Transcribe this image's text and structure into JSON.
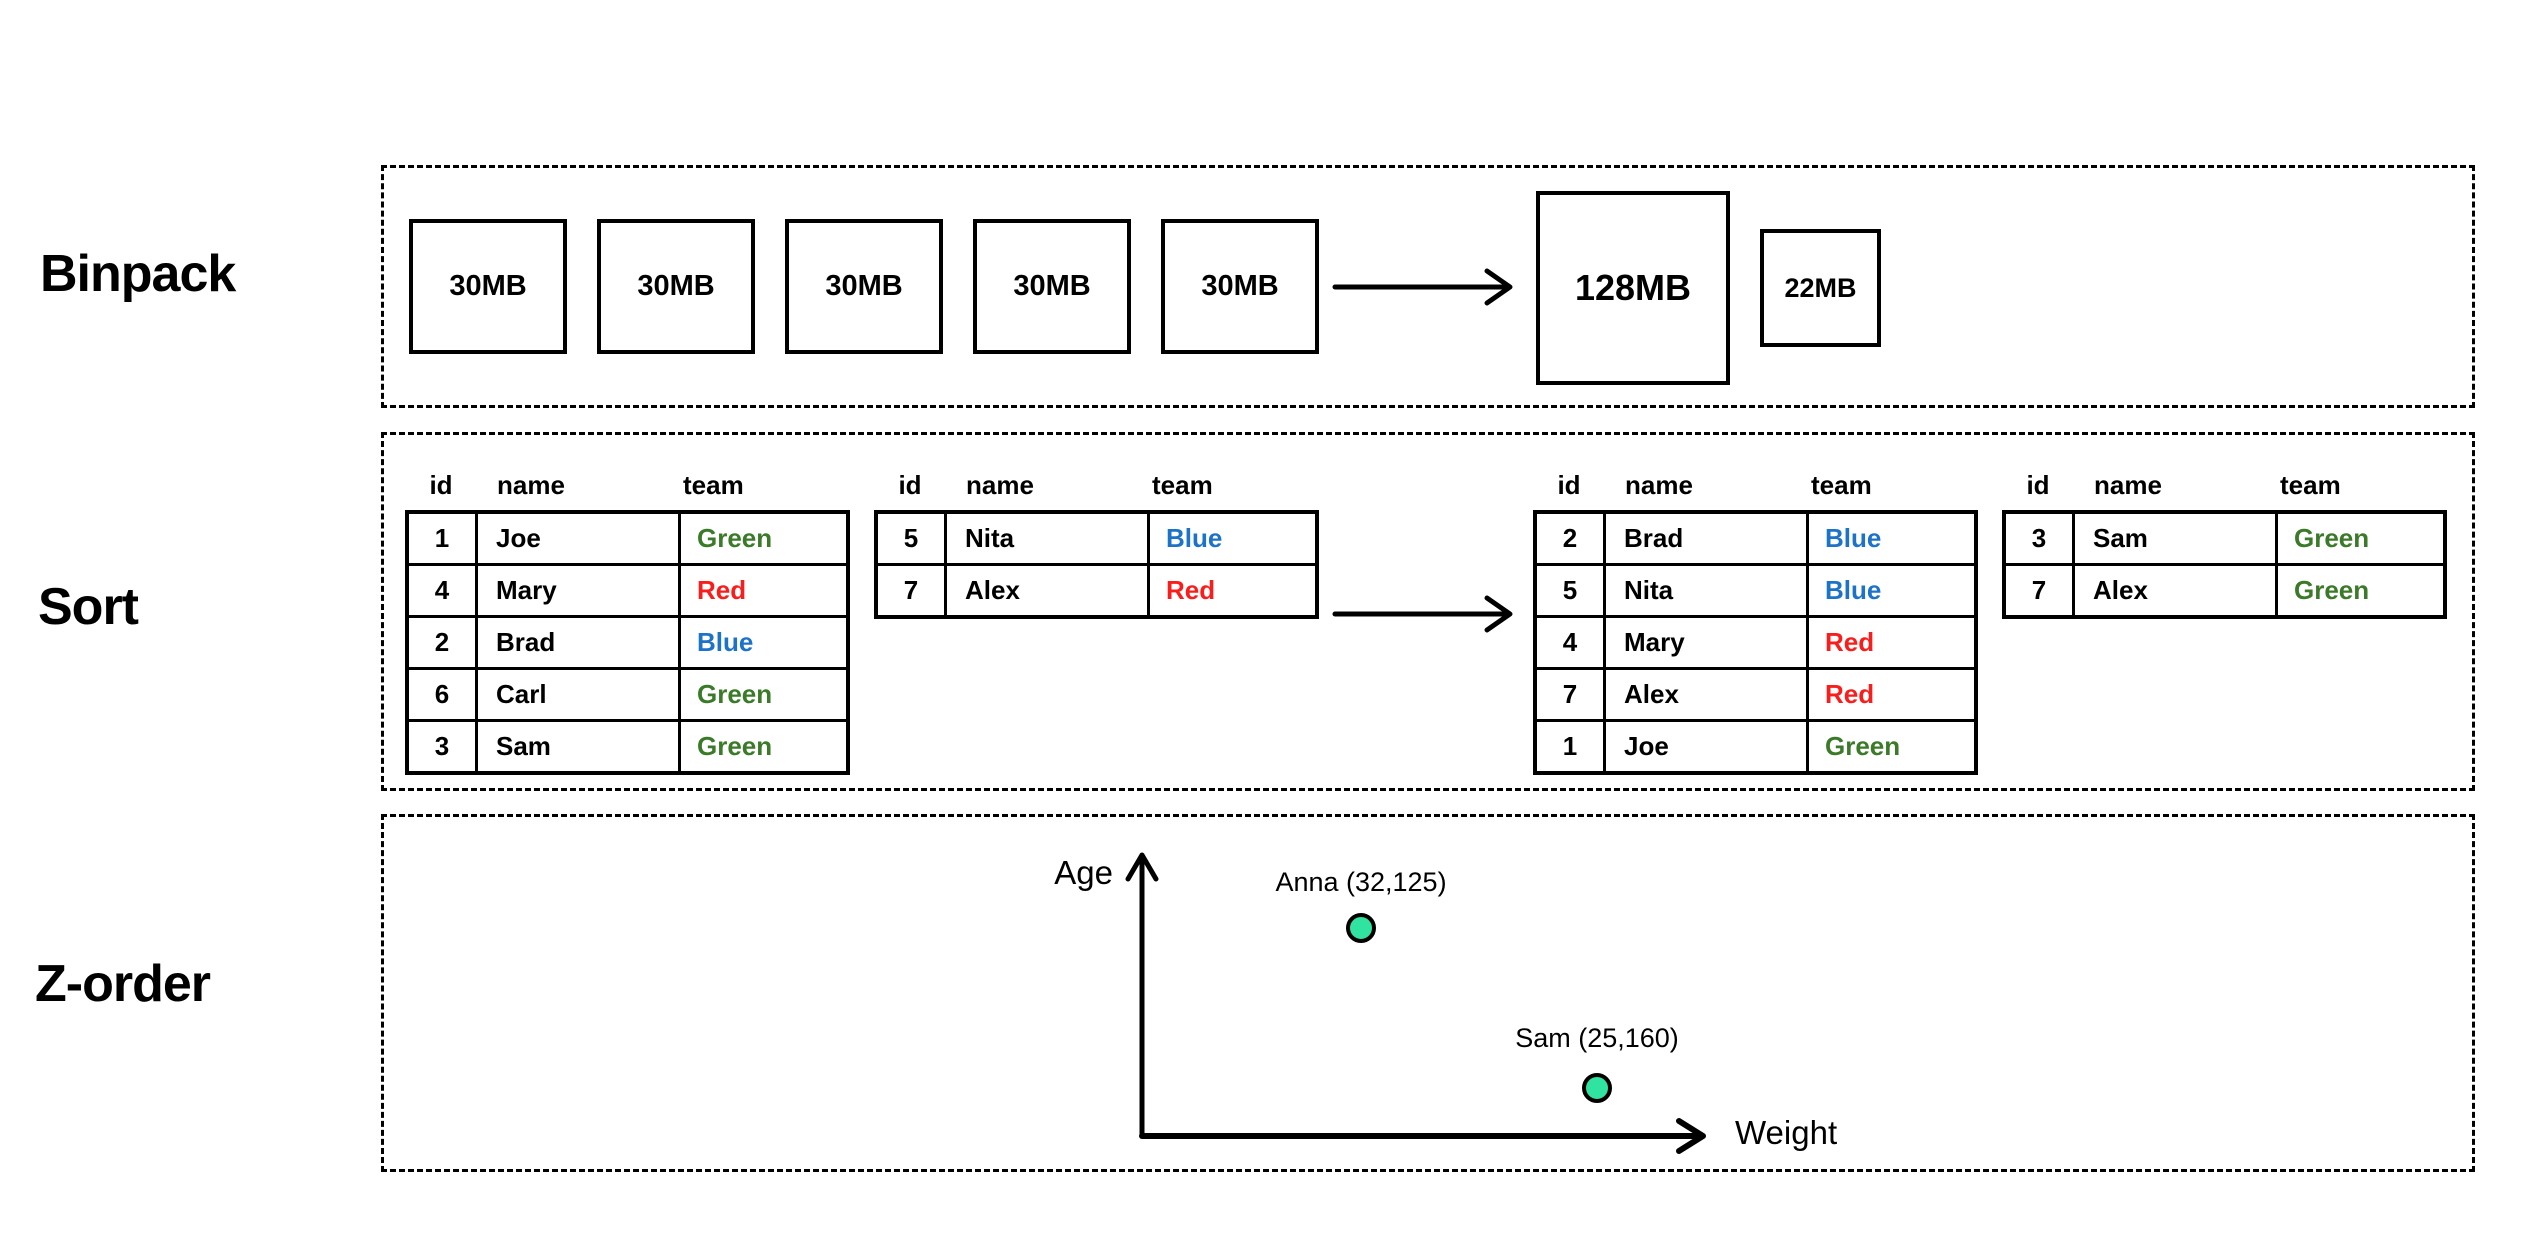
{
  "binpack": {
    "label": "Binpack",
    "source_files": [
      "30MB",
      "30MB",
      "30MB",
      "30MB",
      "30MB"
    ],
    "merged_file": "128MB",
    "remainder_file": "22MB"
  },
  "sort": {
    "label": "Sort",
    "columns": [
      "id",
      "name",
      "team"
    ],
    "tables": [
      {
        "role": "input-table-1",
        "rows": [
          [
            "1",
            "Joe",
            "Green"
          ],
          [
            "4",
            "Mary",
            "Red"
          ],
          [
            "2",
            "Brad",
            "Blue"
          ],
          [
            "6",
            "Carl",
            "Green"
          ],
          [
            "3",
            "Sam",
            "Green"
          ]
        ]
      },
      {
        "role": "input-table-2",
        "rows": [
          [
            "5",
            "Nita",
            "Blue"
          ],
          [
            "7",
            "Alex",
            "Red"
          ]
        ]
      },
      {
        "role": "output-table-1",
        "rows": [
          [
            "2",
            "Brad",
            "Blue"
          ],
          [
            "5",
            "Nita",
            "Blue"
          ],
          [
            "4",
            "Mary",
            "Red"
          ],
          [
            "7",
            "Alex",
            "Red"
          ],
          [
            "1",
            "Joe",
            "Green"
          ]
        ]
      },
      {
        "role": "output-table-2",
        "rows": [
          [
            "3",
            "Sam",
            "Green"
          ],
          [
            "7",
            "Alex",
            "Green"
          ]
        ]
      }
    ]
  },
  "zorder": {
    "label": "Z-order",
    "y_axis_label": "Age",
    "x_axis_label": "Weight",
    "points": [
      {
        "label": "Anna (32,125)"
      },
      {
        "label": "Sam (25,160)"
      }
    ]
  },
  "colors": {
    "team_green": "#3B7A28",
    "team_red": "#F91D1B",
    "team_blue": "#1C73C8",
    "point_fill": "#30E3A0",
    "line_black": "#000000"
  }
}
